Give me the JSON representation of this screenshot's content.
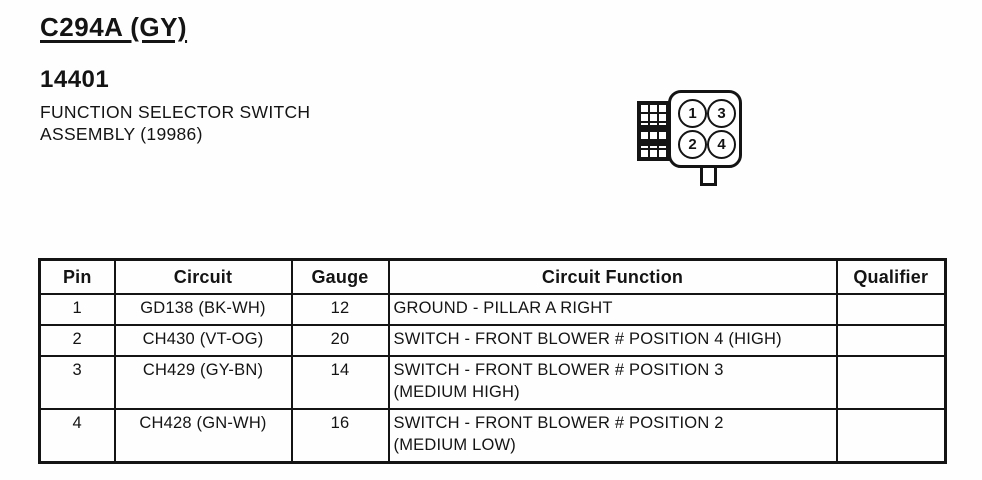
{
  "header": {
    "connector_id": "C294A (GY)",
    "part_number": "14401",
    "description_line1": "FUNCTION SELECTOR SWITCH",
    "description_line2": "ASSEMBLY (19986)"
  },
  "connector_diagram": {
    "pins": [
      "1",
      "3",
      "2",
      "4"
    ]
  },
  "table": {
    "headers": [
      "Pin",
      "Circuit",
      "Gauge",
      "Circuit Function",
      "Qualifier"
    ],
    "rows": [
      {
        "pin": "1",
        "circuit": "GD138 (BK-WH)",
        "gauge": "12",
        "function": "GROUND - PILLAR A RIGHT",
        "qualifier": ""
      },
      {
        "pin": "2",
        "circuit": "CH430 (VT-OG)",
        "gauge": "20",
        "function": "SWITCH - FRONT BLOWER # POSITION 4 (HIGH)",
        "qualifier": ""
      },
      {
        "pin": "3",
        "circuit": "CH429 (GY-BN)",
        "gauge": "14",
        "function": "SWITCH - FRONT BLOWER # POSITION 3\n(MEDIUM HIGH)",
        "qualifier": ""
      },
      {
        "pin": "4",
        "circuit": "CH428 (GN-WH)",
        "gauge": "16",
        "function": "SWITCH - FRONT BLOWER # POSITION 2\n(MEDIUM LOW)",
        "qualifier": ""
      }
    ]
  },
  "colors": {
    "ink": "#141414",
    "background": "#fefefe"
  }
}
